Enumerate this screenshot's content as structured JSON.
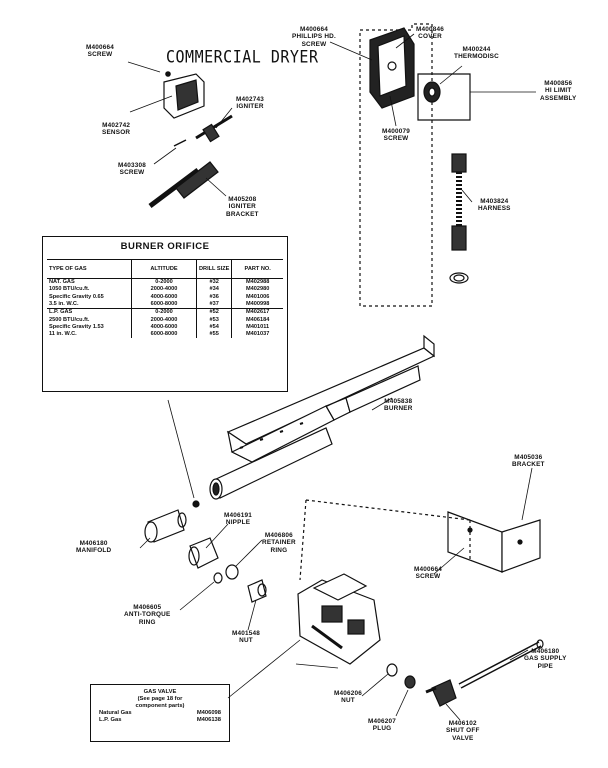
{
  "title": "COMMERCIAL DRYER",
  "parts": {
    "screw_top": {
      "num": "M400664",
      "name": "SCREW"
    },
    "sensor": {
      "num": "M402742",
      "name": "SENSOR"
    },
    "igniter": {
      "num": "M402743",
      "name": "IGNITER"
    },
    "screw_igniter": {
      "num": "M403308",
      "name": "SCREW"
    },
    "igniter_bracket": {
      "num": "M405208",
      "name": "IGNITER",
      "name2": "BRACKET"
    },
    "phillips_screw": {
      "num": "M400664",
      "name": "PHILLIPS HD.",
      "name2": "SCREW"
    },
    "cover": {
      "num": "M400846",
      "name": "COVER"
    },
    "thermodisc": {
      "num": "M400244",
      "name": "THERMODISC"
    },
    "limit_assembly": {
      "num": "M400856",
      "name": "HI LIMIT",
      "name2": "ASSEMBLY"
    },
    "screw_cover": {
      "num": "M400079",
      "name": "SCREW"
    },
    "harness": {
      "num": "M403824",
      "name": "HARNESS"
    },
    "burner": {
      "num": "M405838",
      "name": "BURNER"
    },
    "bracket": {
      "num": "M405036",
      "name": "BRACKET"
    },
    "nipple": {
      "num": "M406191",
      "name": "NIPPLE"
    },
    "manifold": {
      "num": "M406180",
      "name": "MANIFOLD"
    },
    "retainer_ring": {
      "num": "M406806",
      "name": "RETAINER",
      "name2": "RING"
    },
    "screw_bracket": {
      "num": "M400664",
      "name": "SCREW"
    },
    "anti_torque": {
      "num": "M406605",
      "name": "ANTI-TORQUE",
      "name2": "RING"
    },
    "nut_valve": {
      "num": "M401548",
      "name": "NUT"
    },
    "gas_supply": {
      "num": "M406180",
      "name": "GAS SUPPLY",
      "name2": "PIPE"
    },
    "nut_small": {
      "num": "M406206",
      "name": "NUT"
    },
    "plug": {
      "num": "M406207",
      "name": "PLUG"
    },
    "shutoff": {
      "num": "M406102",
      "name": "SHUT OFF",
      "name2": "VALVE"
    }
  },
  "orifice": {
    "title": "BURNER ORIFICE",
    "headers": [
      "TYPE OF GAS",
      "ALTITUDE",
      "DRILL SIZE",
      "PART NO."
    ],
    "rows": [
      {
        "type": "NAT. GAS",
        "alt": "0-2000",
        "drill": "#32",
        "part": "M402988"
      },
      {
        "type": "1050 BTU/cu.ft.",
        "alt": "2000-4000",
        "drill": "#34",
        "part": "M402980"
      },
      {
        "type": "Specific Gravity 0.65",
        "alt": "4000-6000",
        "drill": "#36",
        "part": "M401006"
      },
      {
        "type": "3.5 in. W.C.",
        "alt": "6000-8000",
        "drill": "#37",
        "part": "M400998"
      },
      {
        "type": "L.P. GAS",
        "alt": "0-2000",
        "drill": "#52",
        "part": "M402617"
      },
      {
        "type": "2500 BTU/cu.ft.",
        "alt": "2000-4000",
        "drill": "#53",
        "part": "M406184"
      },
      {
        "type": "Specific Gravity 1.53",
        "alt": "4000-6000",
        "drill": "#54",
        "part": "M401011"
      },
      {
        "type": "11 in. W.C.",
        "alt": "6000-8000",
        "drill": "#55",
        "part": "M401037"
      }
    ]
  },
  "gas_valve": {
    "title": "GAS VALVE",
    "sub1": "(See page 18 for",
    "sub2": "component parts)",
    "natural_label": "Natural Gas",
    "natural_part": "M406098",
    "lp_label": "L.P. Gas",
    "lp_part": "M406138"
  }
}
